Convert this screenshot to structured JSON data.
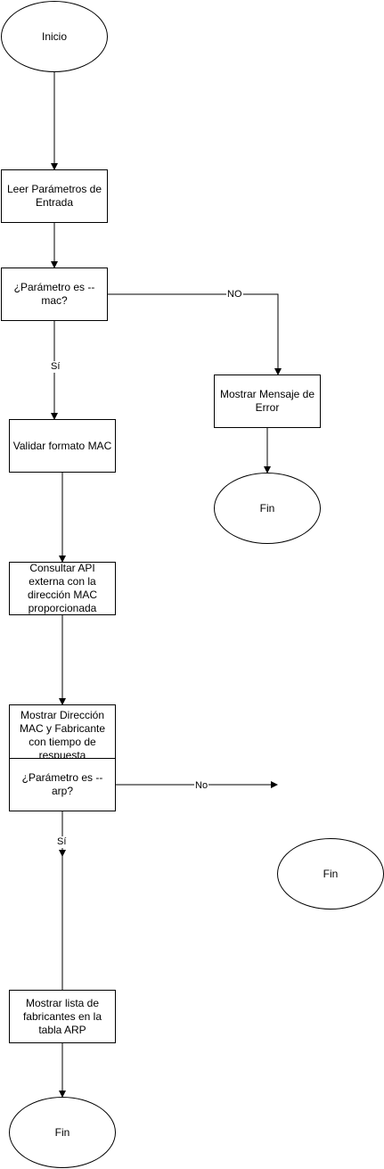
{
  "nodes": {
    "start": "Inicio",
    "read_params": "Leer Parámetros de Entrada",
    "is_mac": "¿Parámetro es --mac?",
    "error_msg": "Mostrar Mensaje de Error",
    "end_error": "Fin",
    "validate_mac": "Validar formato MAC",
    "query_api": "Consultar API externa con la dirección MAC proporcionada",
    "show_result": "Mostrar Dirección MAC y Fabricante con tiempo de respuesta",
    "is_arp": "¿Parámetro es --arp?",
    "end_no_arp": "Fin",
    "show_arp": "Mostrar lista de fabricantes en la tabla ARP",
    "end_final": "Fin"
  },
  "edge_labels": {
    "mac_no": "NO",
    "mac_yes": "Sí",
    "arp_no": "No",
    "arp_yes": "Sí"
  }
}
